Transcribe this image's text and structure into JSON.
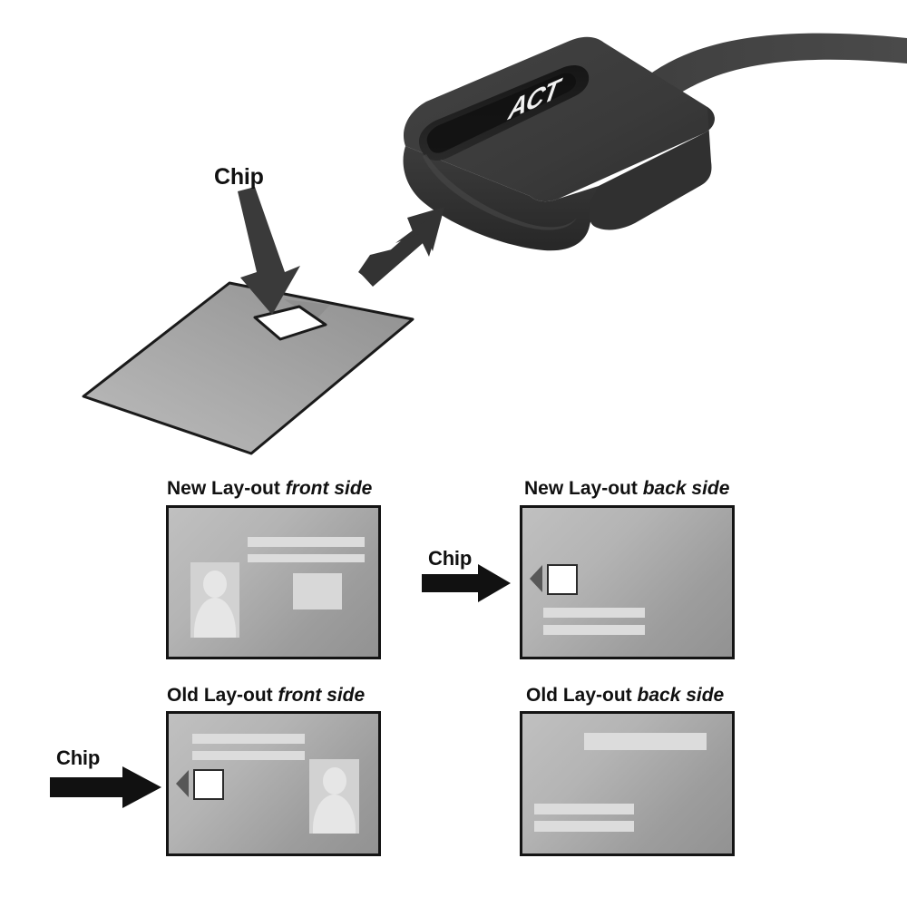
{
  "document": {
    "kind": "smartcard-reader-instruction-diagram",
    "background_color": "#ffffff"
  },
  "reader": {
    "brand_logo_text": "ACT",
    "body_color": "#3a3a3a",
    "body_shadow_color": "#2b2b2b",
    "slot_color": "#1c1c1c",
    "cable_color": "#3f3f3f"
  },
  "top_illustration": {
    "chip_label": "Chip",
    "card_fill_light": "#cfcfcf",
    "card_fill_dark": "#8a8a8a",
    "card_outline": "#1a1a1a",
    "chip_color": "#ffffff",
    "arrow_color": "#3a3a3a",
    "insert_arrow_color": "#3a3a3a",
    "card_marker_color": "#8f8f8f"
  },
  "panels": [
    {
      "id": "new-front",
      "title_bold": "New Lay-out",
      "title_italic": "front side",
      "has_photo": true,
      "photo_position": "left",
      "has_chip": false,
      "strips": 2,
      "strips_position": "top-right",
      "grey_box": true
    },
    {
      "id": "new-back",
      "title_bold": "New Lay-out",
      "title_italic": "back side",
      "has_photo": false,
      "has_chip": true,
      "chip_position": "left-middle",
      "strips": 2,
      "strips_position": "bottom-left",
      "grey_box": false
    },
    {
      "id": "old-front",
      "title_bold": "Old Lay-out",
      "title_italic": "front side",
      "has_photo": true,
      "photo_position": "right",
      "has_chip": true,
      "chip_position": "left-middle",
      "strips": 2,
      "strips_position": "top-left",
      "grey_box": false
    },
    {
      "id": "old-back",
      "title_bold": "Old Lay-out",
      "title_italic": "back side",
      "has_photo": false,
      "has_chip": false,
      "strips": 3,
      "strips_position": "mixed",
      "grey_box": false
    }
  ],
  "chip_arrows": [
    {
      "id": "arrow-new-back",
      "label": "Chip",
      "direction": "right",
      "color": "#111111"
    },
    {
      "id": "arrow-old-front",
      "label": "Chip",
      "direction": "right",
      "color": "#111111"
    }
  ],
  "colors": {
    "ink": "#111111",
    "panel_border": "#141414",
    "strip": "#dcdcdc",
    "photo_bg": "#d2d2d2",
    "silhouette": "#e6e6e6",
    "grey_box": "#d8d8d8",
    "chip_white": "#ffffff",
    "chip_triangle": "#575757"
  }
}
